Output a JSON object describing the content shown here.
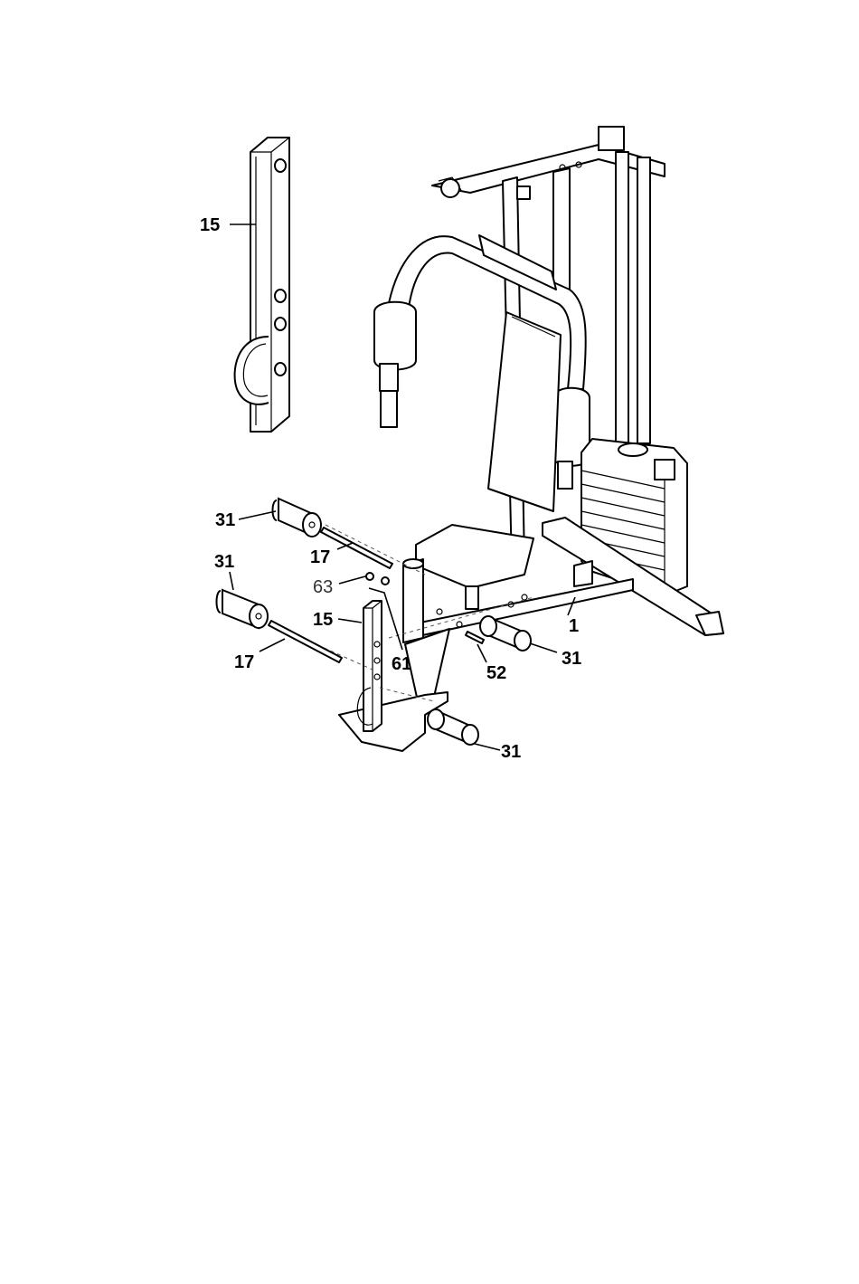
{
  "callouts": {
    "upright_detail": "15",
    "roller_pad_upper_left": "31",
    "rod_upper": "17",
    "roller_pad_mid_left": "31",
    "washer": "63",
    "upright": "15",
    "rod_lower": "17",
    "bolt_61": "61",
    "bolt_52": "52",
    "frame": "1",
    "roller_pad_right": "31",
    "roller_pad_bottom": "31"
  }
}
